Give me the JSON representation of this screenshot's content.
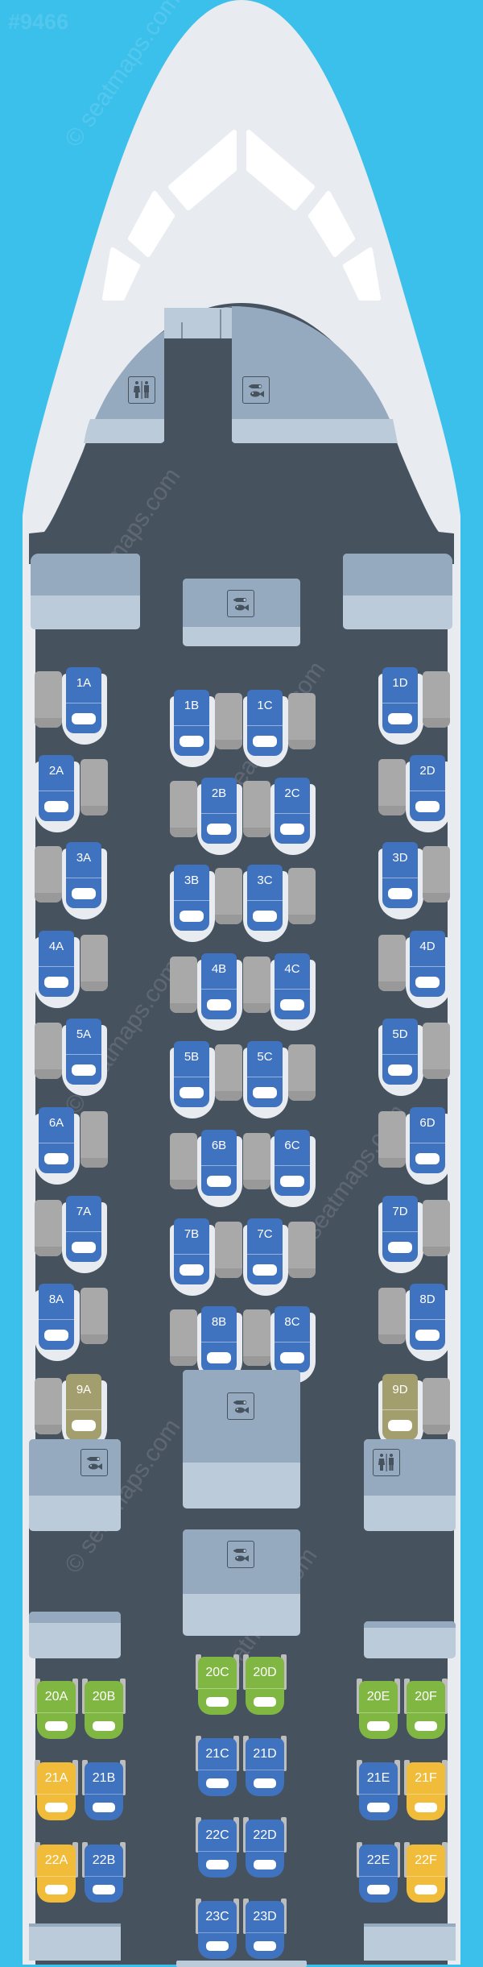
{
  "map_id": "#9466",
  "watermark": "© seatmaps.com",
  "colors": {
    "sky": "#3bbfeb",
    "fuselage": "#e8ecf0",
    "cabin_floor": "#47525f",
    "monument_light": "#bccbd9",
    "monument_dark": "#95a9bf",
    "business_seat": "#3f72bf",
    "business_limited": "#a39e6e",
    "economy_standard": "#3f72bf",
    "economy_extra_legroom": "#80b742",
    "economy_preferred": "#f0bc3a",
    "ottoman": "#a9a9a9"
  },
  "facilities": {
    "front_lavatory": "lavatory",
    "front_galley": "galley",
    "galley_after_row1": "galley",
    "galley_center_row9": "galley",
    "galley_left_row9": "galley",
    "lavatory_right_row9": "lavatory",
    "galley_before_row20": "galley"
  },
  "business_class": {
    "rows": [
      {
        "row": 1,
        "seats": [
          "1A",
          "1B",
          "1C",
          "1D"
        ]
      },
      {
        "row": 2,
        "seats": [
          "2A",
          "2B",
          "2C",
          "2D"
        ]
      },
      {
        "row": 3,
        "seats": [
          "3A",
          "3B",
          "3C",
          "3D"
        ]
      },
      {
        "row": 4,
        "seats": [
          "4A",
          "4B",
          "4C",
          "4D"
        ]
      },
      {
        "row": 5,
        "seats": [
          "5A",
          "5B",
          "5C",
          "5D"
        ]
      },
      {
        "row": 6,
        "seats": [
          "6A",
          "6B",
          "6C",
          "6D"
        ]
      },
      {
        "row": 7,
        "seats": [
          "7A",
          "7B",
          "7C",
          "7D"
        ]
      },
      {
        "row": 8,
        "seats": [
          "8A",
          "8B",
          "8C",
          "8D"
        ]
      },
      {
        "row": 9,
        "seats": [
          "9A",
          "9D"
        ],
        "type": "limited"
      }
    ]
  },
  "economy_class": {
    "rows": [
      {
        "row": 20,
        "seats": [
          {
            "id": "20A",
            "type": "extra_legroom"
          },
          {
            "id": "20B",
            "type": "extra_legroom"
          },
          {
            "id": "20C",
            "type": "extra_legroom"
          },
          {
            "id": "20D",
            "type": "extra_legroom"
          },
          {
            "id": "20E",
            "type": "extra_legroom"
          },
          {
            "id": "20F",
            "type": "extra_legroom"
          }
        ]
      },
      {
        "row": 21,
        "seats": [
          {
            "id": "21A",
            "type": "preferred"
          },
          {
            "id": "21B",
            "type": "standard"
          },
          {
            "id": "21C",
            "type": "standard"
          },
          {
            "id": "21D",
            "type": "standard"
          },
          {
            "id": "21E",
            "type": "standard"
          },
          {
            "id": "21F",
            "type": "preferred"
          }
        ]
      },
      {
        "row": 22,
        "seats": [
          {
            "id": "22A",
            "type": "preferred"
          },
          {
            "id": "22B",
            "type": "standard"
          },
          {
            "id": "22C",
            "type": "standard"
          },
          {
            "id": "22D",
            "type": "standard"
          },
          {
            "id": "22E",
            "type": "standard"
          },
          {
            "id": "22F",
            "type": "preferred"
          }
        ]
      },
      {
        "row": 23,
        "seats": [
          {
            "id": "23C",
            "type": "standard"
          },
          {
            "id": "23D",
            "type": "standard"
          }
        ]
      }
    ]
  },
  "labels": {
    "s1A": "1A",
    "s1B": "1B",
    "s1C": "1C",
    "s1D": "1D",
    "s2A": "2A",
    "s2B": "2B",
    "s2C": "2C",
    "s2D": "2D",
    "s3A": "3A",
    "s3B": "3B",
    "s3C": "3C",
    "s3D": "3D",
    "s4A": "4A",
    "s4B": "4B",
    "s4C": "4C",
    "s4D": "4D",
    "s5A": "5A",
    "s5B": "5B",
    "s5C": "5C",
    "s5D": "5D",
    "s6A": "6A",
    "s6B": "6B",
    "s6C": "6C",
    "s6D": "6D",
    "s7A": "7A",
    "s7B": "7B",
    "s7C": "7C",
    "s7D": "7D",
    "s8A": "8A",
    "s8B": "8B",
    "s8C": "8C",
    "s8D": "8D",
    "s9A": "9A",
    "s9D": "9D",
    "s20A": "20A",
    "s20B": "20B",
    "s20C": "20C",
    "s20D": "20D",
    "s20E": "20E",
    "s20F": "20F",
    "s21A": "21A",
    "s21B": "21B",
    "s21C": "21C",
    "s21D": "21D",
    "s21E": "21E",
    "s21F": "21F",
    "s22A": "22A",
    "s22B": "22B",
    "s22C": "22C",
    "s22D": "22D",
    "s22E": "22E",
    "s22F": "22F",
    "s23C": "23C",
    "s23D": "23D"
  }
}
